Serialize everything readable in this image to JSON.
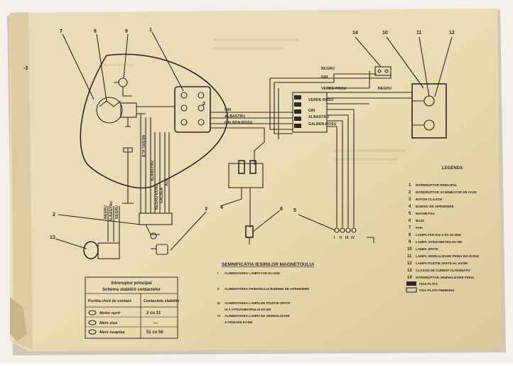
{
  "callouts": [
    "7",
    "8",
    "9",
    "1",
    "14",
    "10",
    "11",
    "12",
    "2",
    "3",
    "4",
    "6",
    "5",
    "13"
  ],
  "stray_mark": "-3",
  "wire_labels": {
    "negru_top": "NEGRU",
    "gri_top": "GRI",
    "verde_rosu_top": "VERDE-ROSU",
    "negru_mid": "NEGRU",
    "verde_rosu": "VERDE-ROSU",
    "gri": "GRI",
    "albastru": "ALBASTRU",
    "galben_rosu": "GALBEN-ROSU",
    "gri_left": "GRI",
    "albastru_left": "ALBASTRU",
    "galben_rosu_left": "GALBEN-ROSU",
    "negru_alb": "NEGRU ALB",
    "albastru_v": "ALBASTRU",
    "negru_rosu_v": "NEGRU-ROSU",
    "galben_v": "GALBEN",
    "alb_v": "ALB",
    "negru_v1": "NEGRU",
    "albastru_v2": "ALBASTRU",
    "negru_v2": "NEGRU"
  },
  "terminal_numbers": [
    "I",
    "II",
    "III",
    "IV"
  ],
  "legend": {
    "title": "LEGENDA",
    "items": [
      {
        "n": "1",
        "text": "INTRERUPTOR PRINCIPAL"
      },
      {
        "n": "2",
        "text": "INTRERUPTOR SCHIMBATOR DE FAZE"
      },
      {
        "n": "3",
        "text": "BUTON CLAXON"
      },
      {
        "n": "4",
        "text": "BOBINA DE APRINDERE"
      },
      {
        "n": "5",
        "text": "MAGNETOU"
      },
      {
        "n": "6",
        "text": "BUJII"
      },
      {
        "n": "7",
        "text": "FAR"
      },
      {
        "n": "8",
        "text": "LAMPA FAR 6Va 2-6V-25-25W"
      },
      {
        "n": "9",
        "text": "LAMPA VITEZOMETRU 6V-3W"
      },
      {
        "n": "10",
        "text": "LAMPA SPATE"
      },
      {
        "n": "11",
        "text": "LAMPA SEMNALIZARE FRINA 6Vl-6V/5W"
      },
      {
        "n": "12",
        "text": "LAMPA POZITIE SPATE HL 6V/4W"
      },
      {
        "n": "13",
        "text": "CLAXON DE CURENT ALTERNATIV"
      },
      {
        "n": "14",
        "text": "INTRERUPTOR SEMNALIZARE FRINA"
      }
    ],
    "fisa_plata": "FISA PLATA",
    "fisa_plata_feminina": "FISA PLATA FEMININA"
  },
  "semnificatia": {
    "title": "SEMNIFICATIA IESIRILOR MAGNETOULUI",
    "items": [
      {
        "n": "I",
        "lines": [
          "ALIMENTAREA LAMPII FAR 6V-25W"
        ]
      },
      {
        "n": "II",
        "lines": [
          "ALIMENTAREA PRIMARULUI BOBINEI DE APRINDERE"
        ]
      },
      {
        "n": "III",
        "lines": [
          "ALIMENTAREA LAMPII DE POZITIE SPATE",
          "SI A VITEZOMETRULUI 6V-3W"
        ]
      },
      {
        "n": "IV",
        "lines": [
          "ALIMENTAREA LAMPII DE SEMNALIZARE",
          "A FRINARII 6V-5W"
        ]
      }
    ]
  },
  "switch_table": {
    "title_line1": "Intreruptor principal",
    "title_line2": "Schema stabilirii contactelor",
    "col1": "Pozitia cheii de contact",
    "col2": "Contactele stabilite",
    "rows": [
      {
        "label": "Motor oprit",
        "value": "2 cu 31"
      },
      {
        "label": "Mers ziua",
        "value": "—"
      },
      {
        "label": "Mers noaptea",
        "value": "51 cu 56"
      }
    ]
  }
}
